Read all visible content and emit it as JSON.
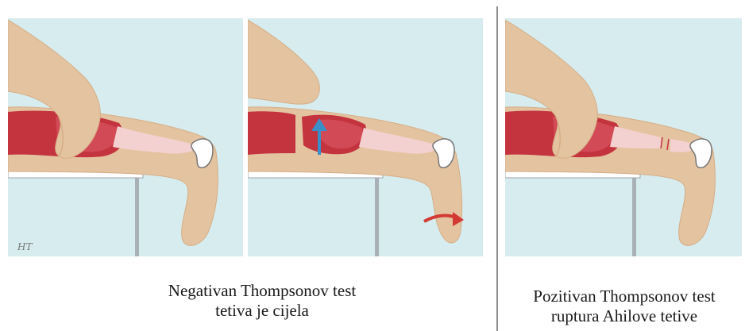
{
  "captions": {
    "negative": {
      "line1": "Negativan Thompsonov test",
      "line2": "tetiva je cijela"
    },
    "positive": {
      "line1": "Pozitivan Thompsonov test",
      "line2": "ruptura Ahilove tetive"
    }
  },
  "signature": "HT",
  "colors": {
    "background": "#d6ecef",
    "skin": "#e4c3a0",
    "skin_outline": "#d6ae86",
    "muscle": "#c3343f",
    "tendon": "#f3d1d0",
    "table": "#a9b0b6",
    "arrow_blue": "#3a8fc9",
    "arrow_red": "#d33a34"
  },
  "panels": [
    {
      "id": "squeeze-intact",
      "foot_motion": "none"
    },
    {
      "id": "squeeze-intact-plantarflexion",
      "foot_motion": "plantarflexion"
    },
    {
      "id": "squeeze-ruptured",
      "foot_motion": "none"
    }
  ]
}
